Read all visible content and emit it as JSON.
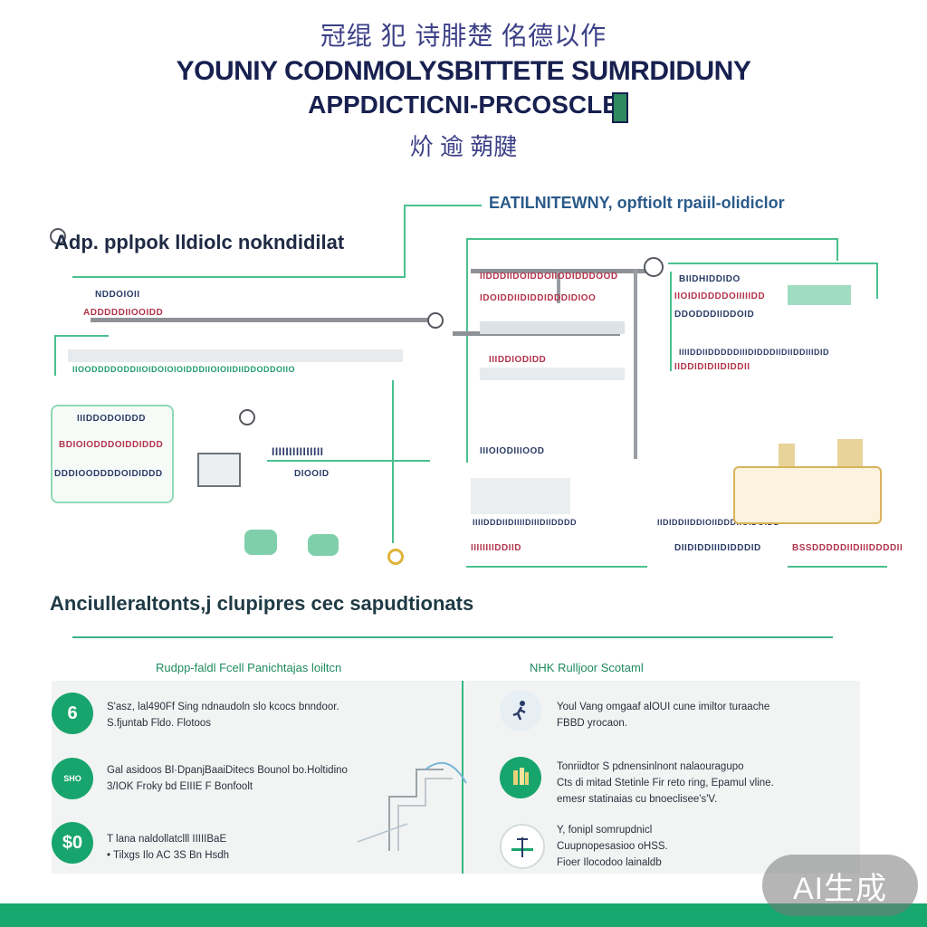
{
  "header": {
    "cn_top": "冠绲 犯 诗腓楚 佲德以作",
    "title_line1": "YOUNIY CODNMOLYSBITTETE SUMRDIDUNY",
    "title_line2": "APPDICTICNI-PRCOSCLE",
    "cn_sub": "炌 逾 蒴腱"
  },
  "diagram": {
    "left_title": "Adp. pplpok lldiolc nokndidilat",
    "right_title": "EATILNITEWNY, opftiolt rpaiil-olidiclor",
    "left_bars": [
      "NDDOIOII",
      "ADDDDDIIOOIDD",
      "IIOODDDDODDIIOIDOIOIOIDDDIIOIOIIDIIDDODDOIIO"
    ],
    "left_box_lines": [
      "IIIDDODOIDDD",
      "BDIOIODDDOIDDIDDD",
      "DDDIOODDDDOIDIDDD"
    ],
    "center_labels": [
      "IIIIIIIIIIIIIII",
      "DIOOID"
    ],
    "mid_bars": [
      "IIDDDIIDOIDDOIIODIDDDOOD",
      "IDOIDDIIDIDDIDDDIDIOO",
      "IIIDDIODIDD",
      "IIIOIODIIIOOD"
    ],
    "right_bars": [
      "BIIDHIDDIDO",
      "IIOIDIDDDDOIIIIIDD",
      "DDODDDIIDDOID",
      "IIIIDDIIDDDDDIIIDIDDDIIDIIDDIIIDID",
      "IIDDIDIDIIDIDDII"
    ],
    "bottom_bars": [
      "IIIIDDDIIDIIIIDIIIDIIDDDD",
      "IIIIIIIIDDIID",
      "IIDIDDIIDDIOIIDDDIIOIDOIDD",
      "DIIDIDDIIIDIDDDID",
      "BSSDDDDDIIDIIIDDDDII"
    ]
  },
  "middle": {
    "title": "Anciulleraltonts,j clupipres cec sapudtionats",
    "left_heading": "Rudpp-faldl Fcell Panichtajas loiltcn",
    "right_heading": "NHK Rulljoor Scotaml"
  },
  "left_items": [
    {
      "badge": "6",
      "line1": "S'asz, lal490Ff Sing ndnaudoln slo kcocs bnndoor.",
      "line2": "S.fjuntab Fldo. Flotoos"
    },
    {
      "badge": "SHO",
      "line1": "Gal asidoos Bl·DpanjBaaiDitecs Bounol bo.Holtidino",
      "line2": "3/IOK Froky bd EIIIE F Bonfoolt"
    },
    {
      "badge": "$0",
      "line1": "T lana naldollatclll IIIIIBaE",
      "line2": "• Tilxgs Ilo AC 3S Bn Hsdh"
    }
  ],
  "right_items": [
    {
      "icon": "runner-icon",
      "line1": "Youl Vang omgaaf alOUI cune imiltor turaache",
      "line2": "FBBD yrocaon."
    },
    {
      "icon": "grain-icon",
      "line1": "Tonriidtor S pdnensinlnont nalaouragupo",
      "line2": "Cts di mitad Stetinle Fir reto ring, Epamul vline.",
      "line3": "emesr statinaias cu bnoeclisee's'V."
    },
    {
      "icon": "antenna-icon",
      "line1": "Y, fonipl somrupdnicl",
      "line2": "Cuupnopesasioo oHSS.",
      "line3": "Fioer Ilocodoo lainaldb"
    }
  ],
  "watermark": "AI生成",
  "colors": {
    "accent": "#16a86e",
    "navy": "#17204f",
    "red": "#b2334a"
  }
}
